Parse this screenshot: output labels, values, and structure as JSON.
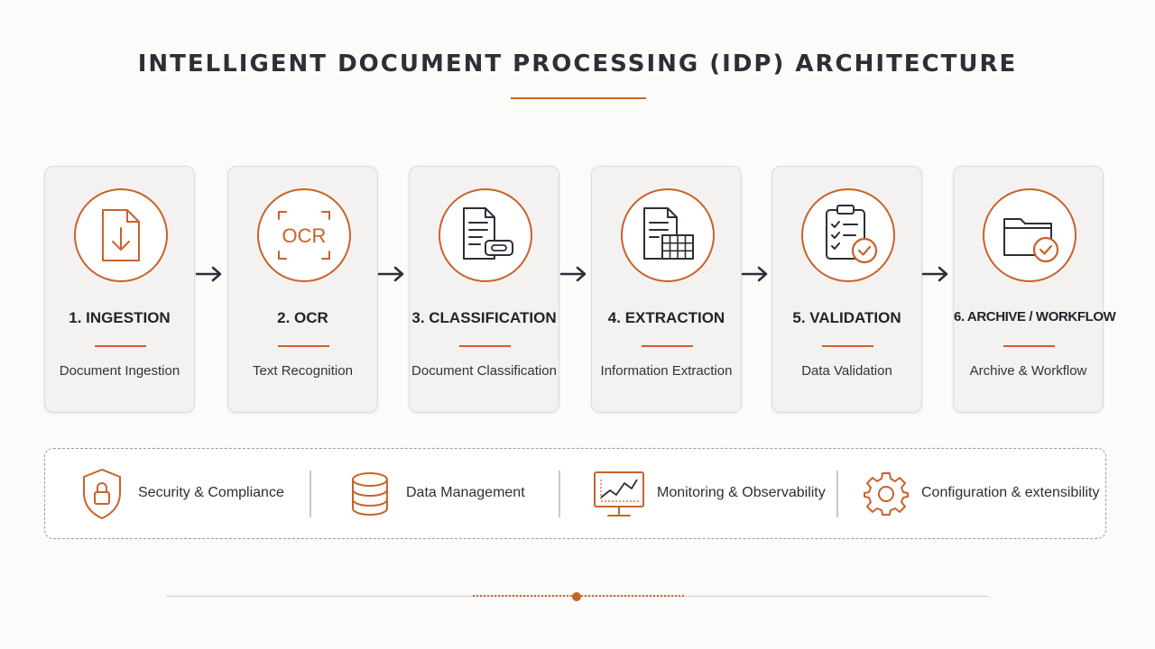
{
  "title": "INTELLIGENT DOCUMENT PROCESSING (IDP) ARCHITECTURE",
  "steps": [
    {
      "title": "1. INGESTION",
      "subtitle": "Document Ingestion",
      "icon": "document-download-icon"
    },
    {
      "title": "2. OCR",
      "subtitle": "Text Recognition",
      "icon": "ocr-scan-icon",
      "icon_text": "OCR"
    },
    {
      "title": "3. CLASSIFICATION",
      "subtitle": "Document Classification",
      "icon": "document-tag-icon"
    },
    {
      "title": "4. EXTRACTION",
      "subtitle": "Information Extraction",
      "icon": "document-table-icon"
    },
    {
      "title": "5. VALIDATION",
      "subtitle": "Data Validation",
      "icon": "clipboard-check-icon"
    },
    {
      "title": "6. ARCHIVE / WORKFLOW",
      "subtitle": "Archive & Workflow",
      "icon": "folder-check-icon"
    }
  ],
  "features": [
    {
      "label": "Security & Compliance",
      "icon": "shield-lock-icon"
    },
    {
      "label": "Data Management",
      "icon": "database-icon"
    },
    {
      "label": "Monitoring & Observability",
      "icon": "monitor-chart-icon"
    },
    {
      "label": "Configuration & extensibility",
      "icon": "gear-icon"
    }
  ],
  "colors": {
    "accent": "#c8622a",
    "text": "#222222",
    "card_bg": "#f4f2f0",
    "background": "#fbfbfa"
  }
}
